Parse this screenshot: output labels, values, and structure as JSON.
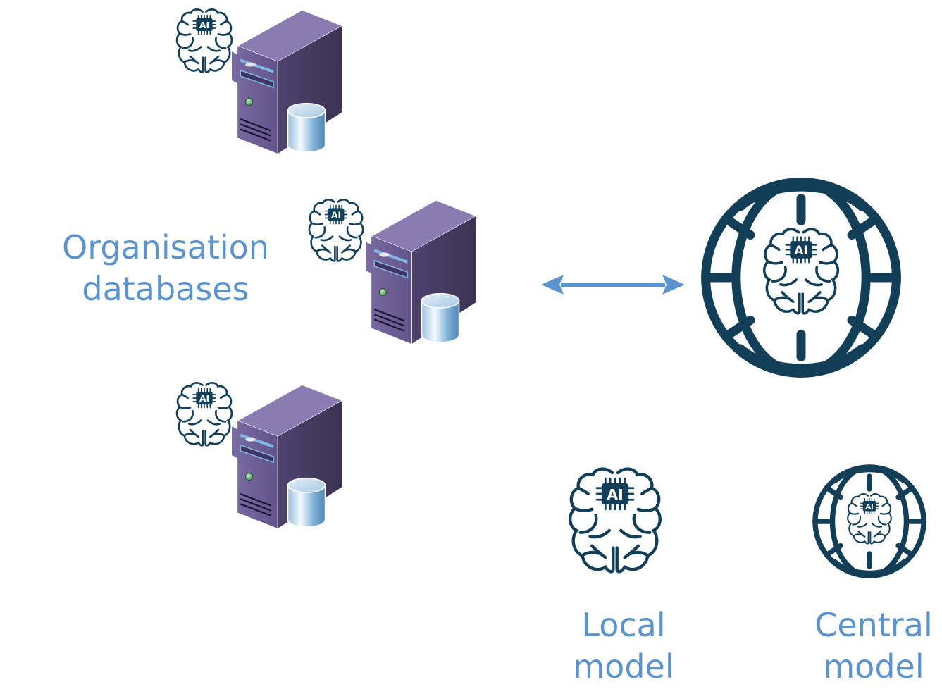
{
  "diagram": {
    "left_label": [
      "Organisation",
      "databases"
    ],
    "servers": [
      {
        "id": "server-1",
        "has_local_model": true
      },
      {
        "id": "server-2",
        "has_local_model": true
      },
      {
        "id": "server-3",
        "has_local_model": true
      }
    ],
    "connector": {
      "type": "bidirectional-arrow",
      "color": "#5b93cc"
    },
    "central_model_icon": "globe-brain-ai-icon",
    "legend": [
      {
        "icon": "brain-ai-icon",
        "label": [
          "Local",
          "model"
        ]
      },
      {
        "icon": "globe-brain-ai-icon",
        "label": [
          "Central",
          "model"
        ]
      }
    ],
    "chip_text": "AI",
    "colors": {
      "text": "#5b93cc",
      "icon": "#123f57",
      "server_front": "#6e5f96",
      "server_side": "#433a5e",
      "server_top": "#8a7cb0",
      "arrow": "#5b93cc"
    }
  }
}
